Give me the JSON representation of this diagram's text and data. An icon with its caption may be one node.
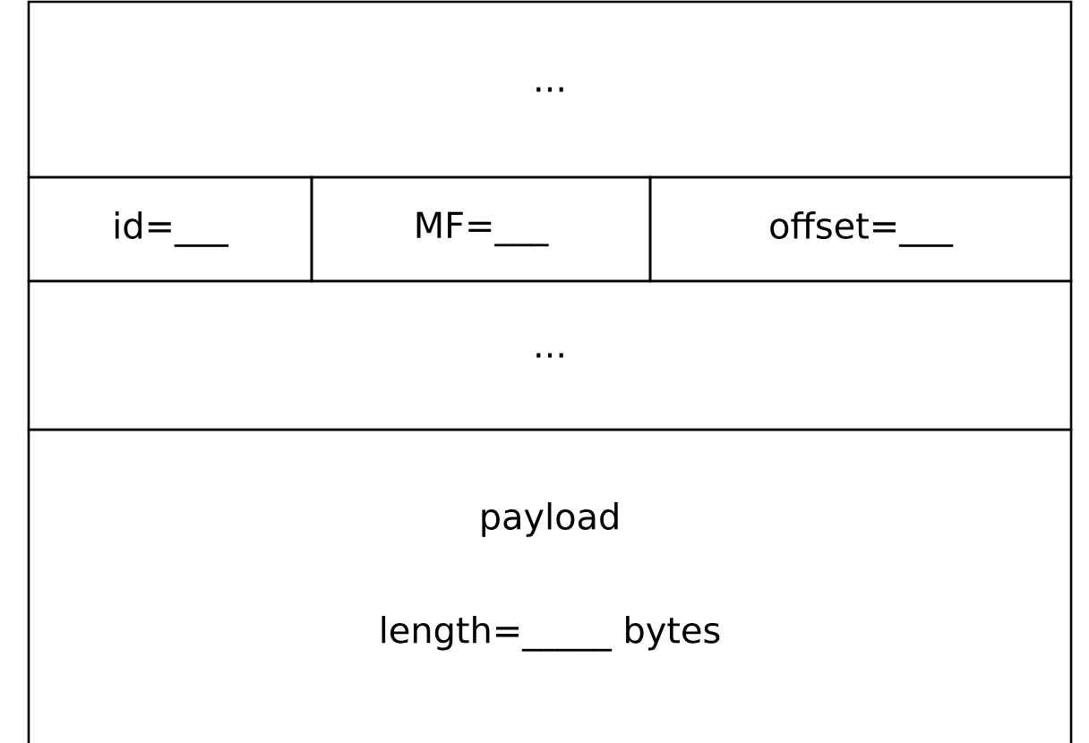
{
  "diagram": {
    "nodes": [
      {
        "text": [
          "..."
        ]
      },
      {
        "text": [
          "id=___"
        ]
      },
      {
        "text": [
          "MF=___"
        ]
      },
      {
        "text": [
          "offset=___"
        ]
      },
      {
        "text": [
          "..."
        ]
      },
      {
        "text": [
          "payload",
          "length=_____  bytes"
        ]
      }
    ]
  }
}
